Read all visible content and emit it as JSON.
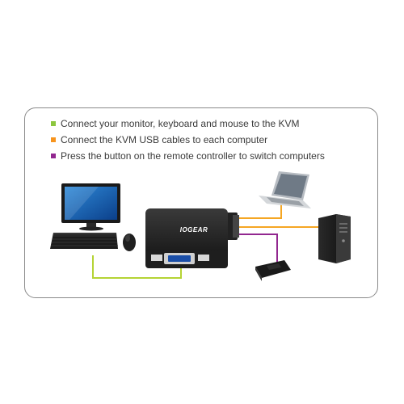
{
  "steps": [
    {
      "text": "Connect your monitor, keyboard and mouse to the KVM",
      "color": "#8cc63f"
    },
    {
      "text": "Connect the KVM USB cables to each computer",
      "color": "#f7941d"
    },
    {
      "text": "Press the button on the remote controller to switch computers",
      "color": "#92278f"
    }
  ],
  "kvm": {
    "brand": "IOGEAR"
  },
  "colors": {
    "green_cable": "#b5d334",
    "orange_cable": "#f5a623",
    "purple_cable": "#92278f"
  },
  "icons": [
    "monitor-icon",
    "keyboard-icon",
    "mouse-icon",
    "laptop-icon",
    "desktop-tower-icon",
    "kvm-switch-icon",
    "remote-controller-icon"
  ]
}
